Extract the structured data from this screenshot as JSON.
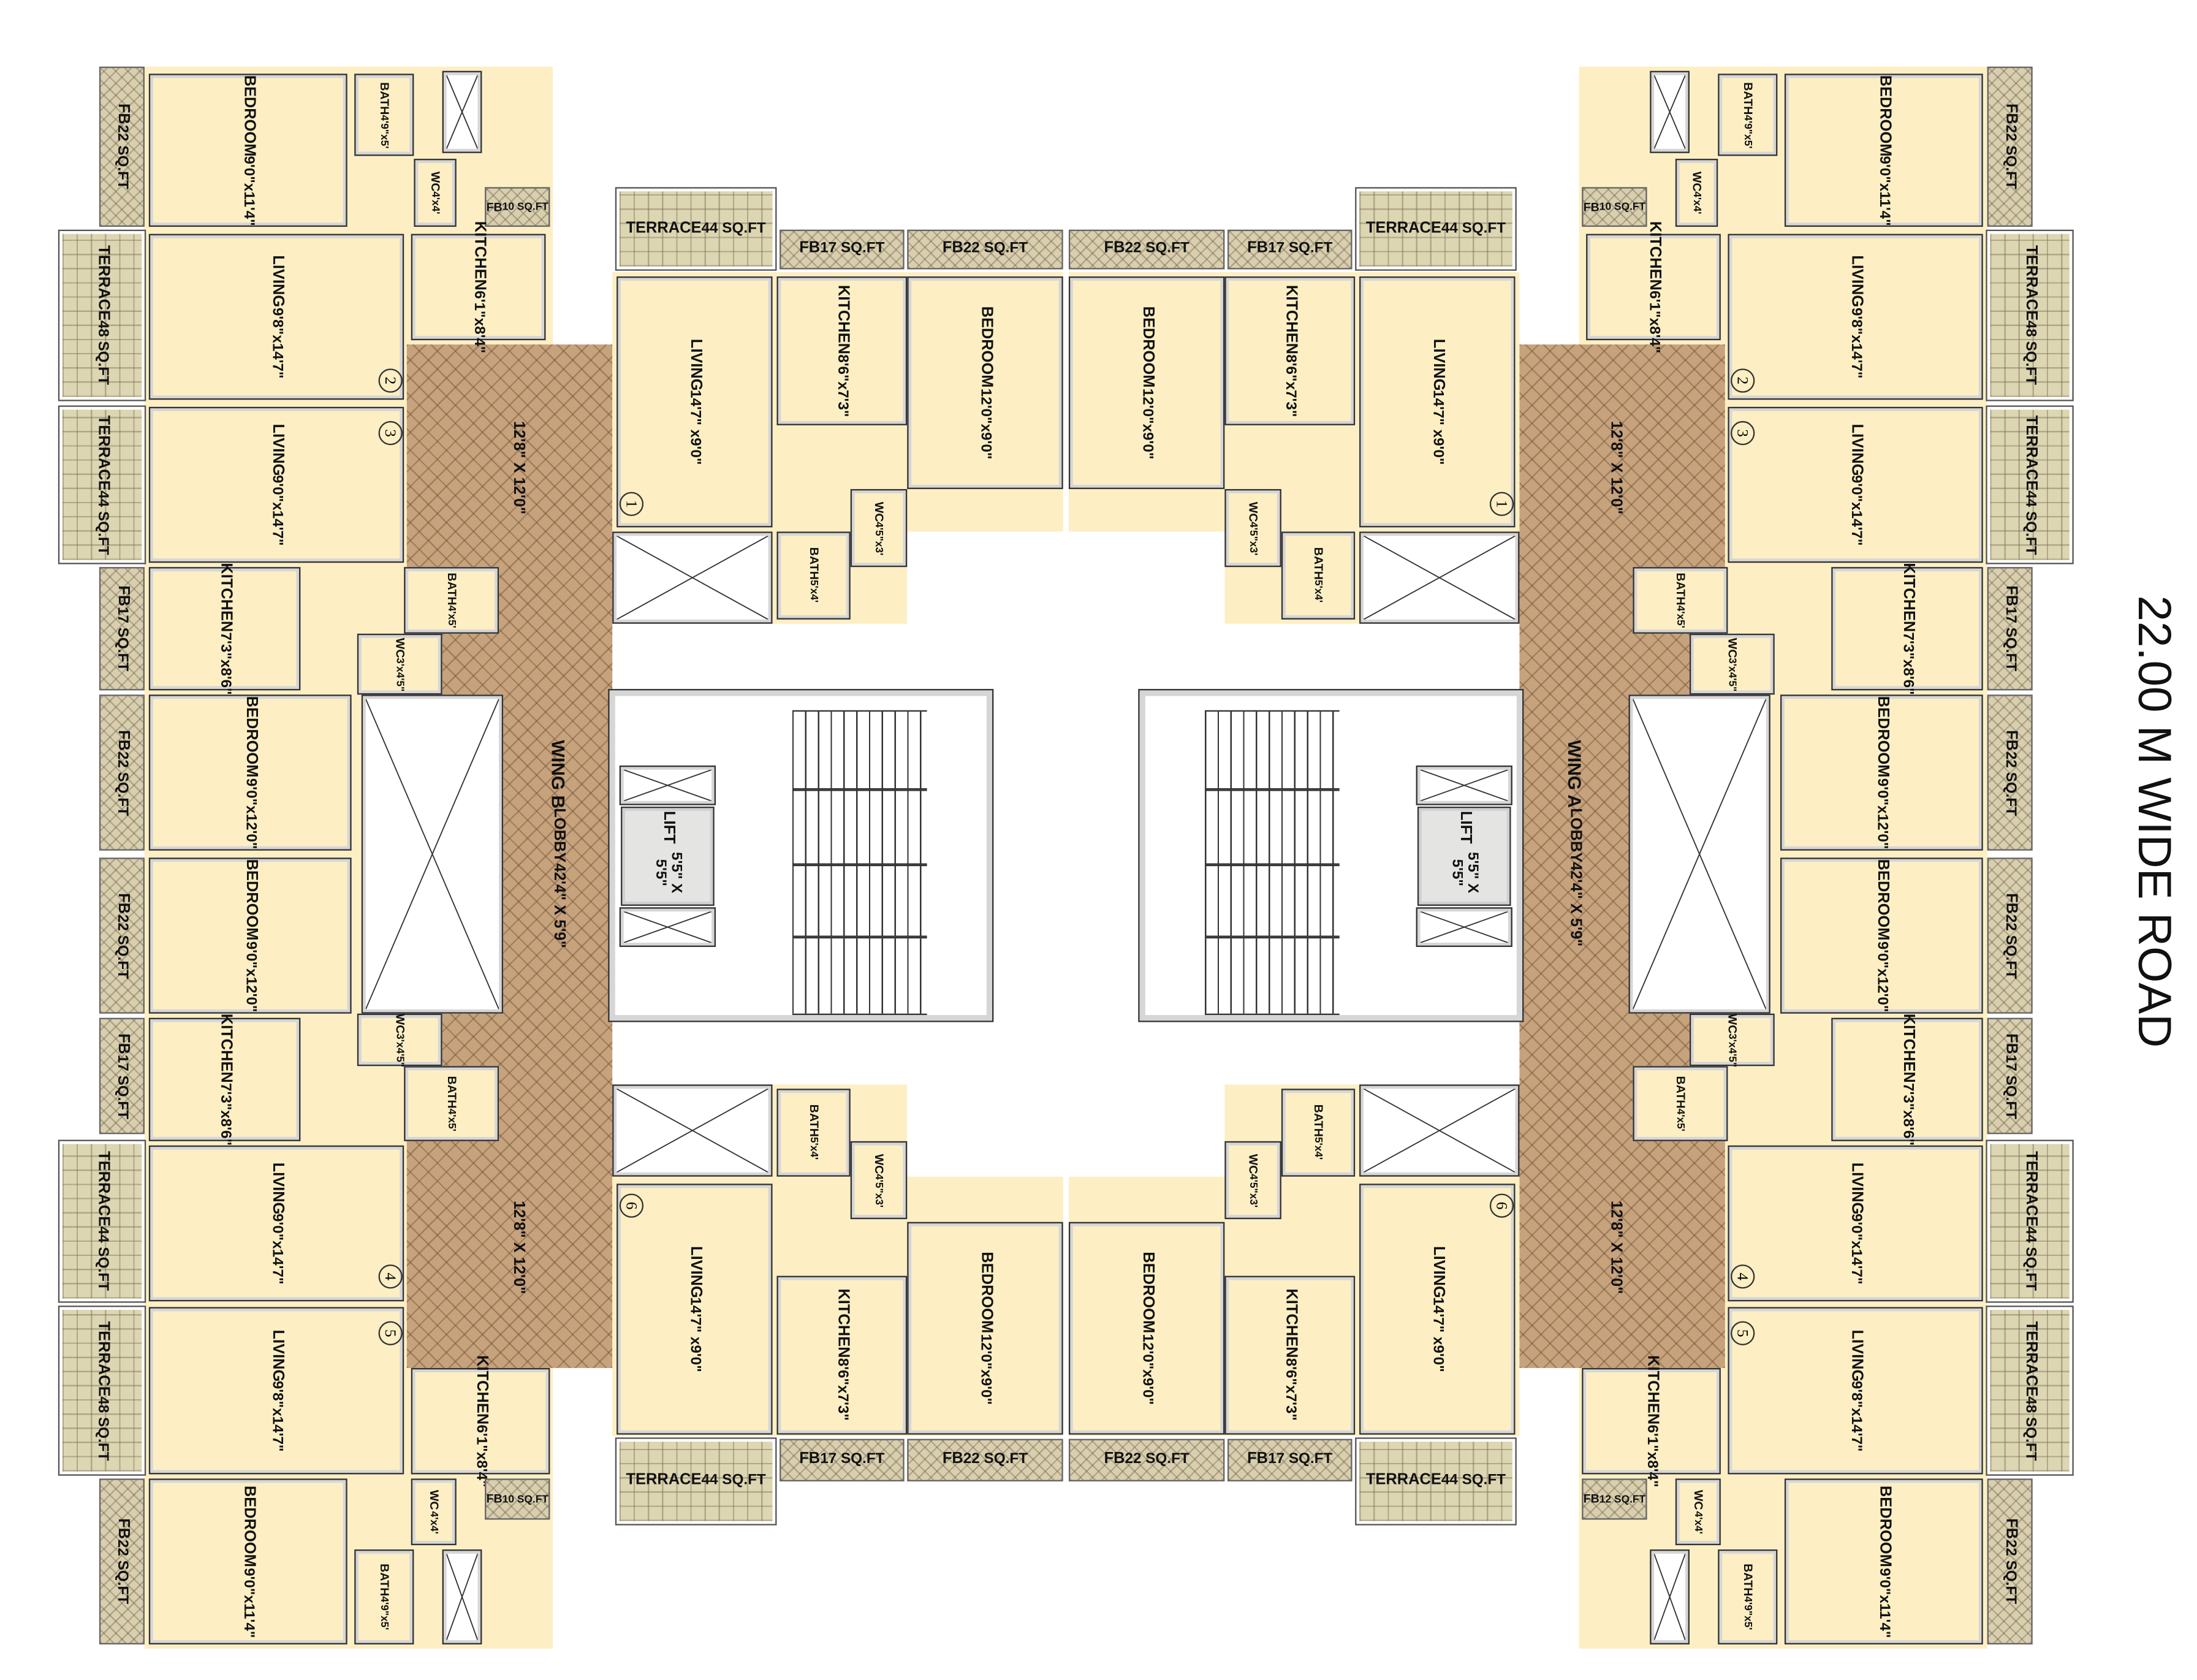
{
  "road_label": "22.00 M WIDE ROAD",
  "colors": {
    "room": "#fdefc3",
    "balcony": "#d9cfae",
    "terrace": "#ddd6b2",
    "lobby": "#c6a27d",
    "wall": "#d6d6d6"
  },
  "wing_b": {
    "wing_label": "WING B",
    "lobby_label": "LOBBY",
    "lobby_size": "42'4\" X 5'9\"",
    "landing_size_top": "12'8\" X 12'0\"",
    "landing_size_bottom": "12'8\" X 12'0\"",
    "door_numbers": [
      "2",
      "3",
      "4",
      "5"
    ],
    "rooms": [
      {
        "name": "FB",
        "size": "22 SQ.FT"
      },
      {
        "name": "BEDROOM",
        "size": "9'0\"x11'4\""
      },
      {
        "name": "BATH",
        "size": "4'9\"x5'"
      },
      {
        "name": "WC",
        "size": "4'x4'"
      },
      {
        "name": "FB",
        "size": "10 SQ.FT"
      },
      {
        "name": "TERRACE",
        "size": "48 SQ.FT"
      },
      {
        "name": "LIVING",
        "size": "9'8\"x14'7\""
      },
      {
        "name": "KITCHEN",
        "size": "6'1\"x8'4\""
      },
      {
        "name": "TERRACE",
        "size": "44 SQ.FT"
      },
      {
        "name": "LIVING",
        "size": "9'0\"x14'7\""
      },
      {
        "name": "FB",
        "size": "17 SQ.FT"
      },
      {
        "name": "KITCHEN",
        "size": "7'3\"x8'6\""
      },
      {
        "name": "BATH",
        "size": "4'x5'"
      },
      {
        "name": "WC",
        "size": "3'x4'5\""
      },
      {
        "name": "FB",
        "size": "22 SQ.FT"
      },
      {
        "name": "BEDROOM",
        "size": "9'0\"x12'0\""
      },
      {
        "name": "FB",
        "size": "22 SQ.FT"
      },
      {
        "name": "BEDROOM",
        "size": "9'0\"x12'0\""
      },
      {
        "name": "FB",
        "size": "17 SQ.FT"
      },
      {
        "name": "KITCHEN",
        "size": "7'3\"x8'6\""
      },
      {
        "name": "WC",
        "size": "3'x4'5\""
      },
      {
        "name": "BATH",
        "size": "4'x5'"
      },
      {
        "name": "TERRACE",
        "size": "44 SQ.FT"
      },
      {
        "name": "LIVING",
        "size": "9'0\"x14'7\""
      },
      {
        "name": "TERRACE",
        "size": "48 SQ.FT"
      },
      {
        "name": "LIVING",
        "size": "9'8\"x14'7\""
      },
      {
        "name": "KITCHEN",
        "size": "6'1\"x8'4\""
      },
      {
        "name": "FB",
        "size": "10 SQ.FT"
      },
      {
        "name": "FB",
        "size": "22 SQ.FT"
      },
      {
        "name": "BEDROOM",
        "size": "9'0\"x11'4\""
      },
      {
        "name": "WC",
        "size": "4'x4'"
      },
      {
        "name": "BATH",
        "size": "4'9\"x5'"
      }
    ]
  },
  "wing_a": {
    "wing_label": "WING A",
    "lobby_label": "LOBBY",
    "lobby_size": "42'4\" X 5'9\"",
    "landing_size_top": "12'8\" X 12'0\"",
    "landing_size_bottom": "12'8\" X 12'0\"",
    "door_numbers": [
      "2",
      "3",
      "4",
      "5"
    ],
    "rooms": [
      {
        "name": "FB",
        "size": "22 SQ.FT"
      },
      {
        "name": "BEDROOM",
        "size": "9'0\"x11'4\""
      },
      {
        "name": "BATH",
        "size": "4'9\"x5'"
      },
      {
        "name": "WC",
        "size": "4'x4'"
      },
      {
        "name": "FB",
        "size": "10 SQ.FT"
      },
      {
        "name": "TERRACE",
        "size": "48 SQ.FT"
      },
      {
        "name": "LIVING",
        "size": "9'8\"x14'7\""
      },
      {
        "name": "KITCHEN",
        "size": "6'1\"x8'4\""
      },
      {
        "name": "TERRACE",
        "size": "44 SQ.FT"
      },
      {
        "name": "LIVING",
        "size": "9'0\"x14'7\""
      },
      {
        "name": "FB",
        "size": "17 SQ.FT"
      },
      {
        "name": "KITCHEN",
        "size": "7'3\"x8'6\""
      },
      {
        "name": "BATH",
        "size": "4'x5'"
      },
      {
        "name": "WC",
        "size": "3'x4'5\""
      },
      {
        "name": "FB",
        "size": "22 SQ.FT"
      },
      {
        "name": "BEDROOM",
        "size": "9'0\"x12'0\""
      },
      {
        "name": "FB",
        "size": "22 SQ.FT"
      },
      {
        "name": "BEDROOM",
        "size": "9'0\"x12'0\""
      },
      {
        "name": "FB",
        "size": "17 SQ.FT"
      },
      {
        "name": "KITCHEN",
        "size": "7'3\"x8'6\""
      },
      {
        "name": "WC",
        "size": "3'x4'5\""
      },
      {
        "name": "BATH",
        "size": "4'x5'"
      },
      {
        "name": "TERRACE",
        "size": "44 SQ.FT"
      },
      {
        "name": "LIVING",
        "size": "9'0\"x14'7\""
      },
      {
        "name": "TERRACE",
        "size": "48 SQ.FT"
      },
      {
        "name": "LIVING",
        "size": "9'8\"x14'7\""
      },
      {
        "name": "KITCHEN",
        "size": "6'1\"x8'4\""
      },
      {
        "name": "FB",
        "size": "12 SQ.FT"
      },
      {
        "name": "FB",
        "size": "22 SQ.FT"
      },
      {
        "name": "BEDROOM",
        "size": "9'0\"x11'4\""
      },
      {
        "name": "WC",
        "size": "4'x4'"
      },
      {
        "name": "BATH",
        "size": "4'9\"x5'"
      }
    ]
  },
  "center_left": {
    "door_numbers": [
      "1",
      "6"
    ],
    "lift": {
      "name": "LIFT",
      "size": "5'5\" X 5'5\""
    },
    "rooms": [
      {
        "name": "TERRACE",
        "size": "44 SQ.FT"
      },
      {
        "name": "FB",
        "size": "17 SQ.FT"
      },
      {
        "name": "FB",
        "size": "22 SQ.FT"
      },
      {
        "name": "LIVING",
        "size": "14'7\" x9'0\""
      },
      {
        "name": "KITCHEN",
        "size": "8'6\"x7'3\""
      },
      {
        "name": "BEDROOM",
        "size": "12'0\"x9'0\""
      },
      {
        "name": "WC",
        "size": "4'5\"x3'"
      },
      {
        "name": "BATH",
        "size": "5'x4'"
      },
      {
        "name": "BATH",
        "size": "5'x4'"
      },
      {
        "name": "WC",
        "size": "4'5\"x3'"
      },
      {
        "name": "LIVING",
        "size": "14'7\" x9'0\""
      },
      {
        "name": "KITCHEN",
        "size": "8'6\"x7'3\""
      },
      {
        "name": "BEDROOM",
        "size": "12'0\"x9'0\""
      },
      {
        "name": "TERRACE",
        "size": "44 SQ.FT"
      },
      {
        "name": "FB",
        "size": "17 SQ.FT"
      },
      {
        "name": "FB",
        "size": "22 SQ.FT"
      }
    ]
  },
  "center_right": {
    "door_numbers": [
      "1",
      "6"
    ],
    "lift": {
      "name": "LIFT",
      "size": "5'5\" X 5'5\""
    },
    "rooms": [
      {
        "name": "TERRACE",
        "size": "44 SQ.FT"
      },
      {
        "name": "FB",
        "size": "17 SQ.FT"
      },
      {
        "name": "FB",
        "size": "22 SQ.FT"
      },
      {
        "name": "LIVING",
        "size": "14'7\" x9'0\""
      },
      {
        "name": "KITCHEN",
        "size": "8'6\"x7'3\""
      },
      {
        "name": "BEDROOM",
        "size": "12'0\"x9'0\""
      },
      {
        "name": "WC",
        "size": "4'5\"x3'"
      },
      {
        "name": "BATH",
        "size": "5'x4'"
      },
      {
        "name": "BATH",
        "size": "5'x4'"
      },
      {
        "name": "WC",
        "size": "4'5\"x3'"
      },
      {
        "name": "LIVING",
        "size": "14'7\" x9'0\""
      },
      {
        "name": "KITCHEN",
        "size": "8'6\"x7'3\""
      },
      {
        "name": "BEDROOM",
        "size": "12'0\"x9'0\""
      },
      {
        "name": "TERRACE",
        "size": "44 SQ.FT"
      },
      {
        "name": "FB",
        "size": "17 SQ.FT"
      },
      {
        "name": "FB",
        "size": "22 SQ.FT"
      }
    ]
  }
}
